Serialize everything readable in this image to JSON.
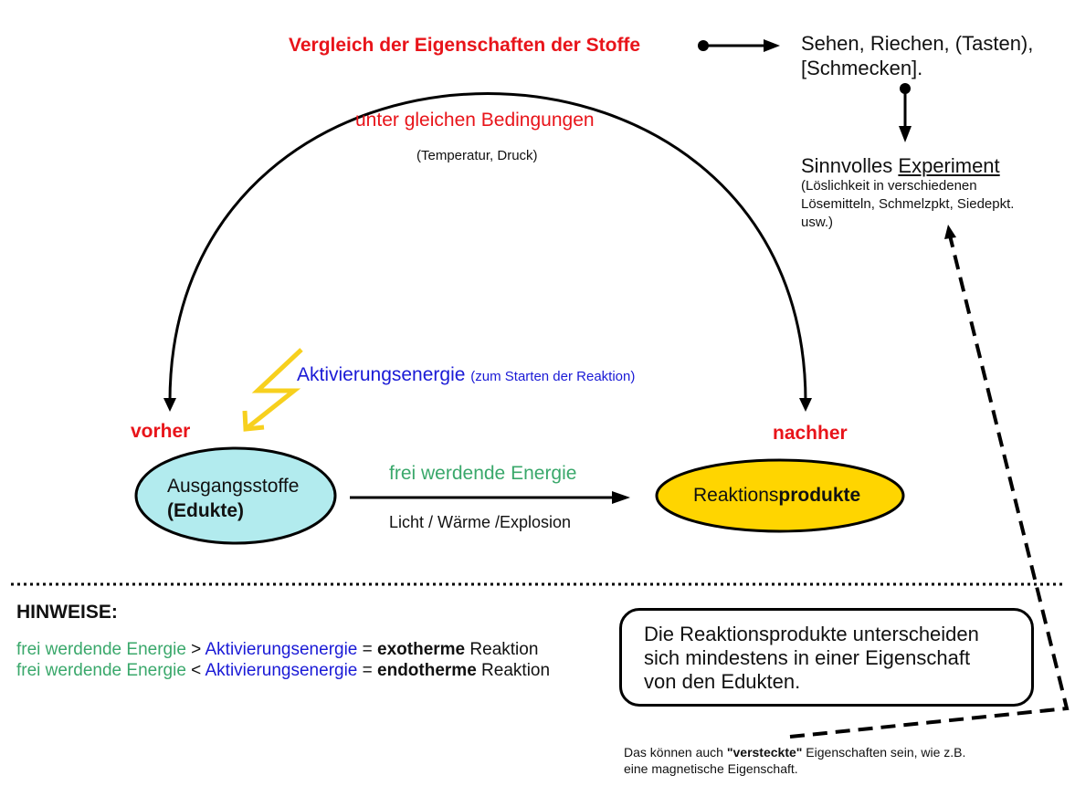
{
  "top": {
    "vergleich": "Vergleich der Eigenschaften der Stoffe",
    "senses_line1": "Sehen, Riechen, (Tasten),",
    "senses_line2": "[Schmecken].",
    "experiment_prefix": "Sinnvolles ",
    "experiment_word": "Experiment",
    "experiment_detail_line1": "(Löslichkeit in verschiedenen",
    "experiment_detail_line2": "Lösemitteln, Schmelzpkt, Siedepkt.",
    "experiment_detail_line3": "usw.)"
  },
  "arc": {
    "conditions": "unter gleichen Bedingungen",
    "conditions_detail": "(Temperatur, Druck)"
  },
  "activation": {
    "label": "Aktivierungsenergie",
    "detail": "(zum Starten der Reaktion)"
  },
  "states": {
    "before": "vorher",
    "after": "nachher"
  },
  "edukte": {
    "line1": "Ausgangsstoffe",
    "line2": "(Edukte)"
  },
  "produkte": {
    "prefix": "Reaktions",
    "bold": "produkte"
  },
  "reaction_arrow": {
    "energy": "frei werdende Energie",
    "forms": "Licht / Wärme /Explosion"
  },
  "hinweise": {
    "title": "HINWEISE:",
    "row1": {
      "frei": "frei werdende Energie",
      "op": " > ",
      "akt": "Aktivierungsenergie",
      "eq": " = ",
      "type": "exotherme",
      "suffix": " Reaktion"
    },
    "row2": {
      "frei": "frei werdende Energie",
      "op": " < ",
      "akt": "Aktivierungsenergie",
      "eq": " = ",
      "type": "endotherme",
      "suffix": " Reaktion"
    }
  },
  "note_box": {
    "line1": "Die Reaktionsprodukte unterscheiden",
    "line2": "sich mindestens in einer Eigenschaft",
    "line3": "von den Edukten."
  },
  "footer": {
    "prefix": "Das können auch ",
    "bold": "\"versteckte\"",
    "suffix": " Eigenschaften sein, wie z.B.",
    "line2": "eine magnetische Eigenschaft."
  },
  "colors": {
    "red": "#e8141a",
    "blue": "#1a1ad6",
    "green": "#3aa86b",
    "edukte_fill": "#b2ebee",
    "produkte_fill": "#ffd500",
    "lightning": "#f7d01e"
  }
}
